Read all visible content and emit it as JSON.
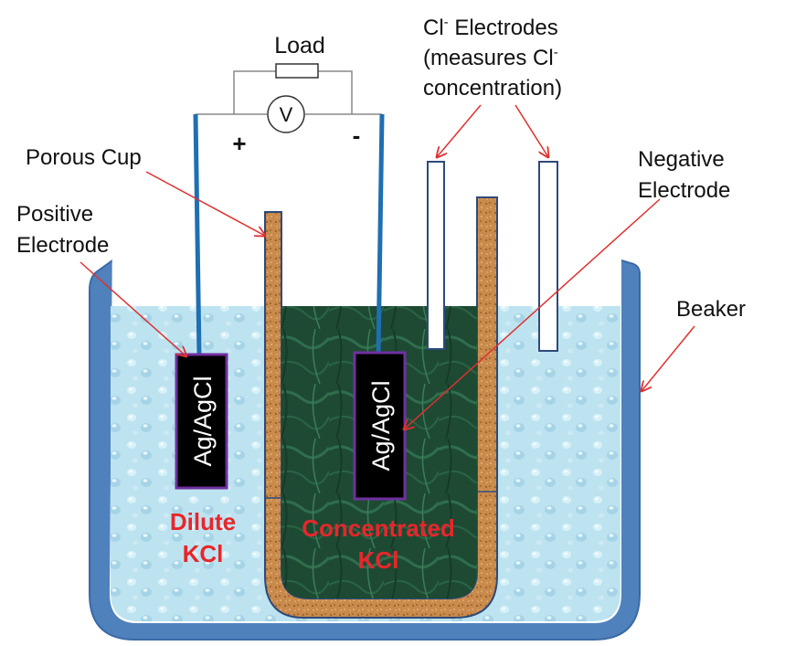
{
  "labels": {
    "load": "Load",
    "voltmeter": "V",
    "plus": "+",
    "minus": "-",
    "cl_electrodes_line1_prefix": "Cl",
    "cl_electrodes_line1_sup": "-",
    "cl_electrodes_line1_suffix": " Electrodes",
    "cl_electrodes_line2_prefix": "(measures Cl",
    "cl_electrodes_line2_sup": "-",
    "cl_electrodes_line3": "concentration)",
    "porous_cup": "Porous Cup",
    "negative_electrode_line1": "Negative",
    "negative_electrode_line2": "Electrode",
    "positive_electrode_line1": "Positive",
    "positive_electrode_line2": "Electrode",
    "beaker": "Beaker",
    "left_electrode": "Ag/AgCl",
    "right_electrode": "Ag/AgCl",
    "dilute_line1": "Dilute",
    "dilute_line2": "KCl",
    "concentrated_line1": "Concentrated",
    "concentrated_line2": "KCl"
  },
  "colors": {
    "beaker": "#4f81bd",
    "beaker_dark": "#2f5f9e",
    "dilute_solution": "#b9e0ee",
    "concentrated_solution": "#1f4d35",
    "porous_cup": "#c98a4b",
    "electrode_body": "#000000",
    "electrode_border": "#7030a0",
    "wire_blue": "#1f6fb2",
    "leader_red": "#e03030",
    "solution_label": "#e8262b"
  }
}
